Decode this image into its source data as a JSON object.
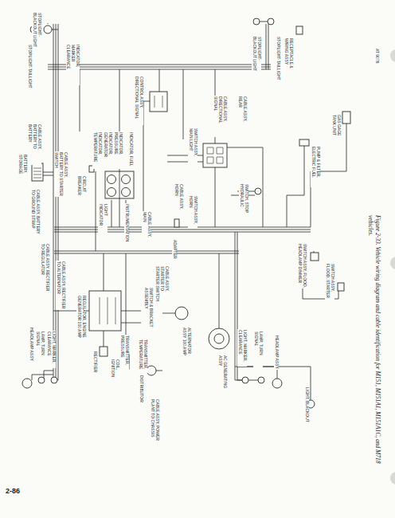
{
  "diagram": {
    "caption": "Figure 2-33. Vehicle wiring diagram and cable identification for M151, M151A1, M151A1C, and M718 vehicles.",
    "labels": [
      "STOPLIGHT-BLACKOUT LIGHT",
      "STOPLIGHT-TAILLIGHT",
      "INDICATOR, MARKER CLEARANCE",
      "STOPLIGHT-BLACKOUT LIGHT",
      "STOPLIGHT-TAILLIGHT",
      "RECEPTACLE & WIRING ASSY",
      "CONTROL ASSY, DIRECTIONAL SIGNAL",
      "BATTERY, STORAGE",
      "CABLE ASSY, BATTERY TO GROUND STRAP",
      "CABLE ASSY, BATTERY TO BATTERY",
      "CABLE ASSY, BATTERY TO STARTER SWITCH",
      "CIRCUIT BREAKER",
      "INSTRUMENTATION",
      "INDICATOR, TEMPERATURE",
      "INDICATOR, GENERATOR",
      "INDICATOR, PRESSURE",
      "INDICATOR, FUEL",
      "LIGHT INDICATOR",
      "SWITCH ASSY, MAIN LIGHT",
      "CABLE ASSY, HORN",
      "SWITCH ASSY, HORN",
      "CABLE ASSY, DIRECTIONAL SIGNAL",
      "SWITCH, STOP HYDRAULIC",
      "CABLE ASSY, REAR",
      "GAS GAGE TANK UNIT",
      "PUMP & FILTER, ELECTRIC FUEL",
      "CABLE ASSY, MAIN",
      "ADAPTER",
      "CABLE ASSY, RECTIFIER TO REGULATOR",
      "CABLE ASSY, RECTIFIER TO ALTERNATOR",
      "REGULATOR, ENGINE GENERATOR 100 AMP",
      "CABLE ASSY, STARTER TO STARTER SWITCH",
      "TRANSMITTER, PRESSURE",
      "SWITCH & BRACKET ASSEMBLY",
      "TRANSMITTER, TEMPERATURE",
      "ALTERNATOR ASSY 100 AMP",
      "AC GENERATING ASSY",
      "DISTRIBUTOR",
      "COIL, IGNITION",
      "CABLE ASSY, POWER PLANT TO CHASSIS",
      "RECTIFIER",
      "HEADLAMP ASSY",
      "LAMP, TURN SIGNAL",
      "LIGHT, MARKER, CLEARANCE",
      "SWITCH ASSY, FLOOD, HEADLAMP DIMMER",
      "SWITCH ASSY, FLOOD, STARTER",
      "LIGHT, MARKER, CLEARANCE",
      "LAMP, TURN SIGNAL",
      "HEADLAMP ASSY",
      "LIGHT, BLACKOUT",
      "AT 9076",
      "2-86"
    ]
  }
}
